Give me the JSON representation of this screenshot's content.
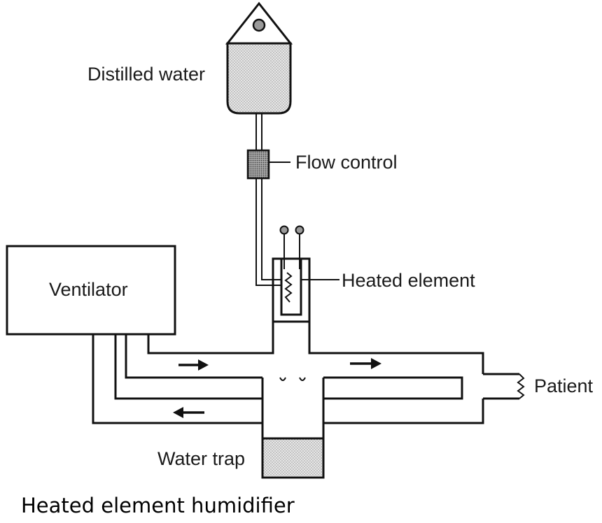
{
  "diagram": {
    "caption": "Heated element humidifier",
    "labels": {
      "distilled_water": "Distilled water",
      "flow_control": "Flow control",
      "heated_element": "Heated element",
      "ventilator": "Ventilator",
      "patient": "Patient",
      "water_trap": "Water trap"
    },
    "colors": {
      "stroke": "#111111",
      "fill_stipple": "#d9d9d9",
      "flow_control_fill": "#8c8c8c",
      "knob_fill": "#9a9a9a"
    },
    "flow_arrows": [
      "right",
      "right",
      "left"
    ]
  }
}
